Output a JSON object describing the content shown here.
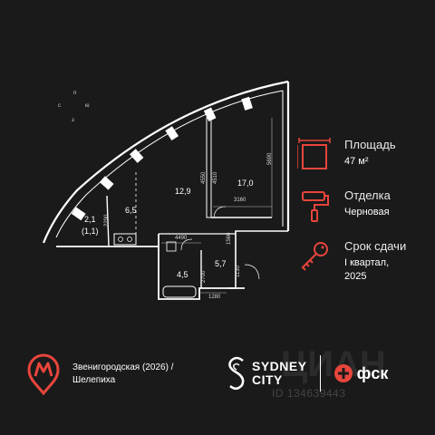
{
  "compass": {
    "north": "п",
    "south": "з",
    "west": "с",
    "east": "ю"
  },
  "rooms": {
    "living": "17,0",
    "room": "12,9",
    "kitchen": "6,5",
    "balcony": "2,1",
    "balcony_coef": "(1,1)",
    "bath": "4,5",
    "hall": "5,7"
  },
  "dimensions": {
    "d5690": "5690",
    "d4550": "4550",
    "d4510": "4510",
    "d3160": "3160",
    "d2290": "2290",
    "d4490": "4490",
    "d1560": "1560",
    "d2700": "2700",
    "d1130": "1130",
    "d1280": "1280"
  },
  "info": {
    "area_label": "Площадь",
    "area_value": "47 м²",
    "finish_label": "Отделка",
    "finish_value": "Черновая",
    "deadline_label": "Срок сдачи",
    "deadline_value_1": "I квартал,",
    "deadline_value_2": "2025"
  },
  "metro": {
    "line1": "Звенигородская (2026) /",
    "line2": "Шелепиха"
  },
  "brand": {
    "sydney_1": "SYDNEY",
    "sydney_2": "CITY",
    "fsk": "фск"
  },
  "watermark": {
    "id": "ID 134639443",
    "big": "ЦИАН"
  },
  "colors": {
    "background": "#1a1a1a",
    "accent": "#e8453c",
    "line": "#ffffff"
  }
}
